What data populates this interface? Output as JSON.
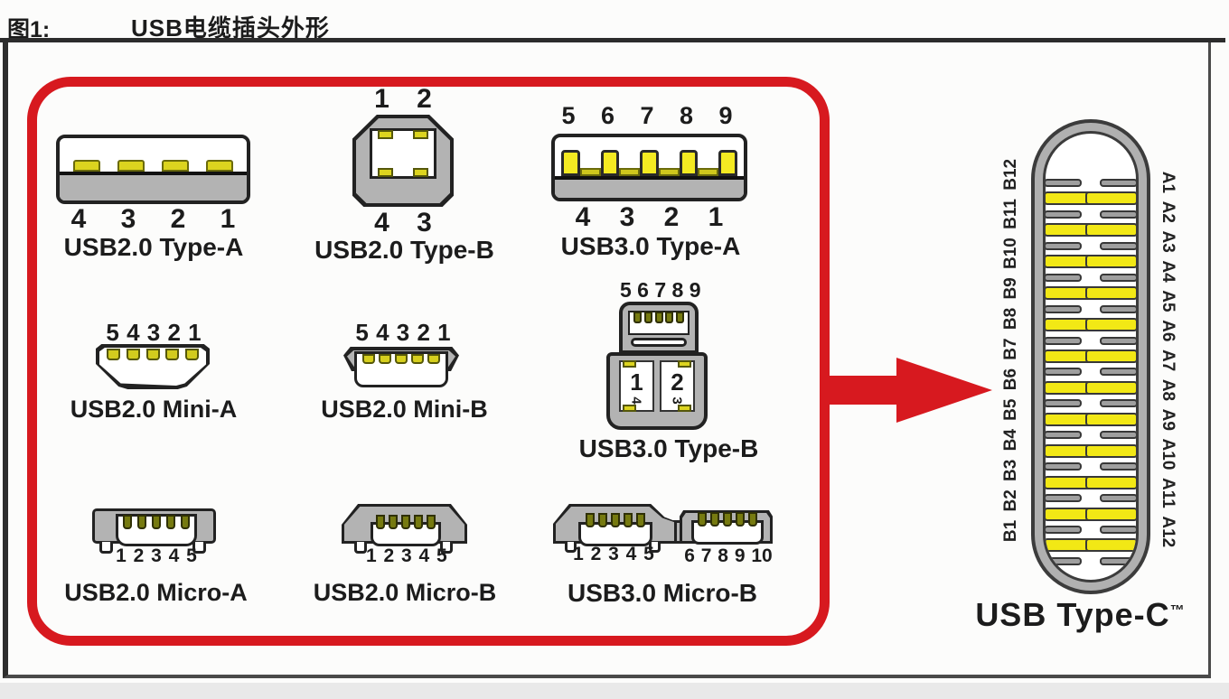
{
  "header": {
    "figure_label": "图1:",
    "figure_title": "USB电缆插头外形"
  },
  "connectors": {
    "usb2_type_a": {
      "label": "USB2.0 Type-A",
      "pins_bottom": "4 3 2 1"
    },
    "usb2_type_b": {
      "label": "USB2.0 Type-B",
      "pins_top": "1 2",
      "pins_bottom": "4 3"
    },
    "usb3_type_a": {
      "label": "USB3.0 Type-A",
      "pins_top": "5 6 7 8 9",
      "pins_bottom": "4 3 2 1"
    },
    "usb2_mini_a": {
      "label": "USB2.0 Mini-A",
      "pins_top": "5 4 3 2 1"
    },
    "usb2_mini_b": {
      "label": "USB2.0 Mini-B",
      "pins_top": "5 4 3 2 1"
    },
    "usb3_type_b": {
      "label": "USB3.0 Type-B",
      "pins_top": "5 6 7 8 9",
      "cells": [
        {
          "big": "1",
          "small": "4"
        },
        {
          "big": "2",
          "small": "3"
        }
      ]
    },
    "usb2_micro_a": {
      "label": "USB2.0 Micro-A",
      "pins_bottom": "1 2 3 4 5"
    },
    "usb2_micro_b": {
      "label": "USB2.0 Micro-B",
      "pins_bottom": "1 2 3 4 5"
    },
    "usb3_micro_b": {
      "label": "USB3.0 Micro-B",
      "pins_bottom_left": "1 2 3 4 5",
      "pins_bottom_right": "6 7 8 9 10"
    }
  },
  "type_c": {
    "label": "USB Type-C",
    "trademark": "™",
    "left_pin_labels": "B1 B2 B3 B4 B5 B6 B7 B8 B9 B10 B11 B12",
    "right_pin_labels": "A1 A2 A3 A4 A5 A6 A7 A8 A9 A10 A11 A12"
  },
  "colors": {
    "accent_red": "#d7191f",
    "connector_gray": "#b3b3b3",
    "pin_yellow": "#dcd41f",
    "pin_bright_yellow": "#f2e81c",
    "frame_dark": "#3a3a3a"
  }
}
